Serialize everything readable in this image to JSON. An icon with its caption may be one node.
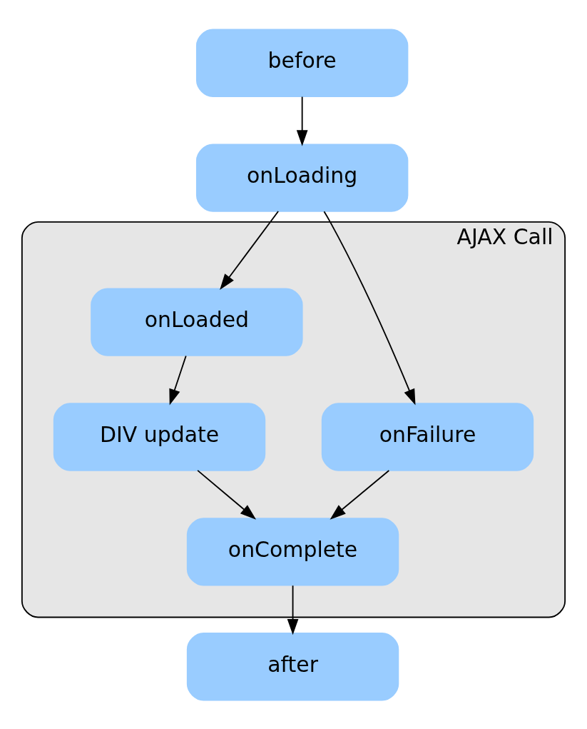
{
  "diagram": {
    "nodes": [
      {
        "text": [
          "before"
        ]
      },
      {
        "text": [
          "onLoading"
        ]
      },
      {
        "text": [
          "AJAX Call"
        ]
      },
      {
        "text": [
          "onLoaded"
        ],
        "in": 2
      },
      {
        "text": [
          "onFailure"
        ],
        "in": 2
      },
      {
        "text": [
          "DIV update"
        ],
        "in": 2
      },
      {
        "text": [
          "onComplete"
        ],
        "in": 2
      },
      {
        "text": [
          "after"
        ]
      }
    ],
    "edges": [
      {
        "from": 0,
        "to": 1,
        "arrow": "to"
      },
      {
        "from": 1,
        "to": 3,
        "arrow": "to"
      },
      {
        "from": 1,
        "to": 4,
        "arrow": "to"
      },
      {
        "from": 3,
        "to": 5,
        "arrow": "to"
      },
      {
        "from": 5,
        "to": 6,
        "arrow": "to"
      },
      {
        "from": 4,
        "to": 6,
        "arrow": "to"
      },
      {
        "from": 6,
        "to": 7,
        "arrow": "to"
      }
    ]
  }
}
